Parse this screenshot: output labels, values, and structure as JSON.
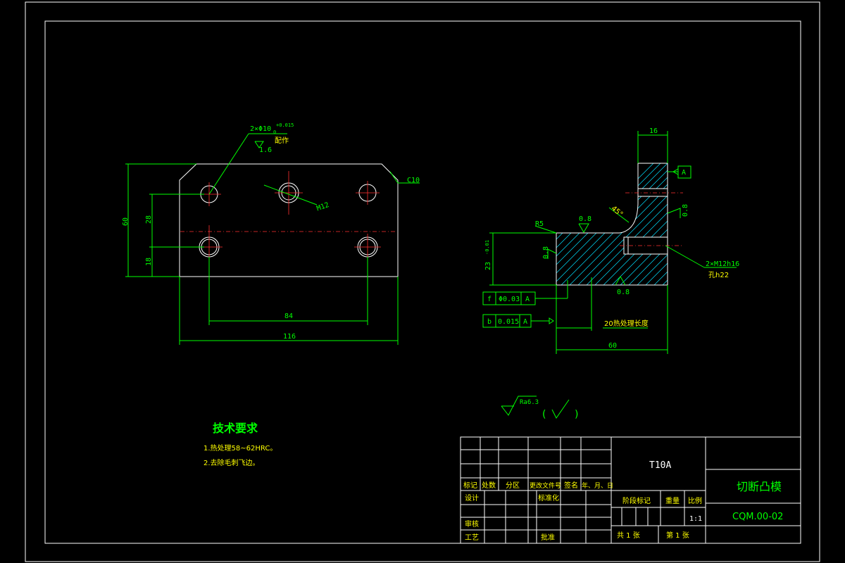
{
  "dimensions": {
    "hole_spec": "2×Φ10",
    "hole_tol_upper": "+0.015",
    "hole_tol_lower": "0",
    "hole_note": "配作",
    "roughness_hole": "1.6",
    "chamfer": "C10",
    "thread_main": "M12",
    "height_60": "60",
    "height_28": "28",
    "height_18": "18",
    "width_84": "84",
    "width_116": "116",
    "width_16": "16",
    "radius_r5": "R5",
    "roughness_08": "0.8",
    "angle_45": "45°",
    "dim_23": "23",
    "dim_23_tol": "-0.01",
    "thread_side": "2×M12h16",
    "thread_depth": "孔h22",
    "datum_a": "A",
    "tol_f_sym": "f",
    "tol_f_val": "Φ0.03",
    "tol_b_sym": "b",
    "tol_b_val": "0.015",
    "heat_len": "20热处理长度",
    "width_60": "60"
  },
  "surface_finish": {
    "general": "Ra6.3",
    "paren_open": "(",
    "paren_close": ")"
  },
  "tech_requirements": {
    "title": "技术要求",
    "item1": "1.热处理58~62HRC。",
    "item2": "2.去除毛刺飞边。"
  },
  "title_block": {
    "material": "T10A",
    "part_name": "切断凸模",
    "drawing_no": "CQM.00-02",
    "col_mark": "标记",
    "col_count": "处数",
    "col_zone": "分区",
    "col_doc": "更改文件号",
    "col_sign": "签名",
    "col_date": "年、月、日",
    "row_design": "设计",
    "row_std": "标准化",
    "row_review": "审核",
    "row_process": "工艺",
    "row_approve": "批准",
    "stage": "阶段标记",
    "weight": "重量",
    "scale_label": "比例",
    "scale": "1:1",
    "total_sheets": "共 1 张",
    "sheet_no": "第 1 张"
  }
}
